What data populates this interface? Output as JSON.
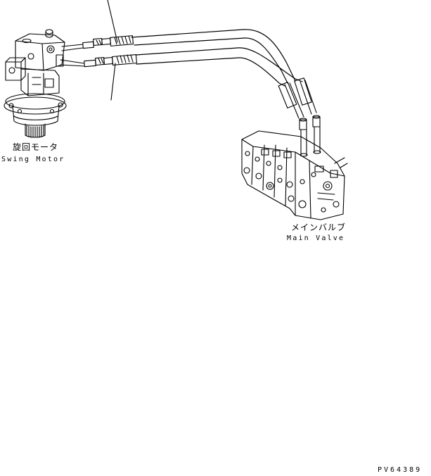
{
  "labels": {
    "swing_motor_jp": "旋回モータ",
    "swing_motor_en": "Swing Motor",
    "main_valve_jp": "メインバルブ",
    "main_valve_en": "Main Valve",
    "drawing_code": "PV64389"
  },
  "colors": {
    "line": "#000000",
    "background": "#ffffff"
  }
}
